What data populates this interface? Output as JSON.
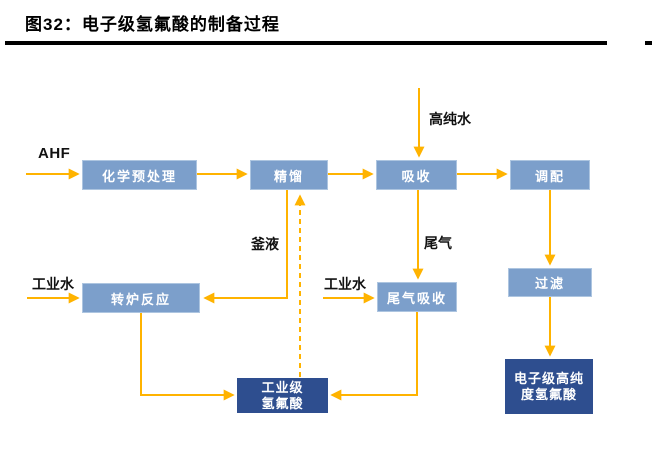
{
  "figure": {
    "title": "图32：电子级氢氟酸的制备过程"
  },
  "colors": {
    "arrow": "#FFB300",
    "node_light": "#7C9FCB",
    "node_light_border": "#ADC5E0",
    "node_dark": "#2E4E8F",
    "rule": "#000000",
    "label_text": "#111111",
    "title_text": "#000000"
  },
  "nodes": {
    "pretreatment": {
      "label": "化学预处理"
    },
    "distillation": {
      "label": "精馏"
    },
    "absorption": {
      "label": "吸收"
    },
    "blending": {
      "label": "调配"
    },
    "converter_reaction": {
      "label": "转炉反应"
    },
    "tail_gas_absorption": {
      "label": "尾气吸收"
    },
    "filtration": {
      "label": "过滤"
    },
    "industrial_hf": {
      "line1": "工业级",
      "line2": "氢氟酸"
    },
    "electronic_hf": {
      "line1": "电子级高纯",
      "line2": "度氢氟酸"
    }
  },
  "stream_labels": {
    "ahf": "AHF",
    "high_purity_water": "高纯水",
    "kettle_liquid": "釜液",
    "tail_gas": "尾气",
    "industrial_water_left": "工业水",
    "industrial_water_right": "工业水"
  },
  "edges": [
    {
      "from": "AHF",
      "to": "化学预处理",
      "style": "solid"
    },
    {
      "from": "化学预处理",
      "to": "精馏",
      "style": "solid"
    },
    {
      "from": "精馏",
      "to": "吸收",
      "style": "solid"
    },
    {
      "from": "吸收",
      "to": "调配",
      "style": "solid"
    },
    {
      "from": "高纯水",
      "to": "吸收",
      "style": "solid"
    },
    {
      "from": "精馏",
      "to": "转炉反应",
      "style": "solid",
      "label": "釜液"
    },
    {
      "from": "工业水",
      "to": "转炉反应",
      "style": "solid"
    },
    {
      "from": "吸收",
      "to": "尾气吸收",
      "style": "solid",
      "label": "尾气"
    },
    {
      "from": "工业水",
      "to": "尾气吸收",
      "style": "solid"
    },
    {
      "from": "调配",
      "to": "过滤",
      "style": "solid"
    },
    {
      "from": "过滤",
      "to": "电子级高纯度氢氟酸",
      "style": "solid"
    },
    {
      "from": "转炉反应",
      "to": "工业级氢氟酸",
      "style": "solid"
    },
    {
      "from": "尾气吸收",
      "to": "工业级氢氟酸",
      "style": "solid"
    },
    {
      "from": "工业级氢氟酸",
      "to": "精馏",
      "style": "dashed"
    }
  ]
}
